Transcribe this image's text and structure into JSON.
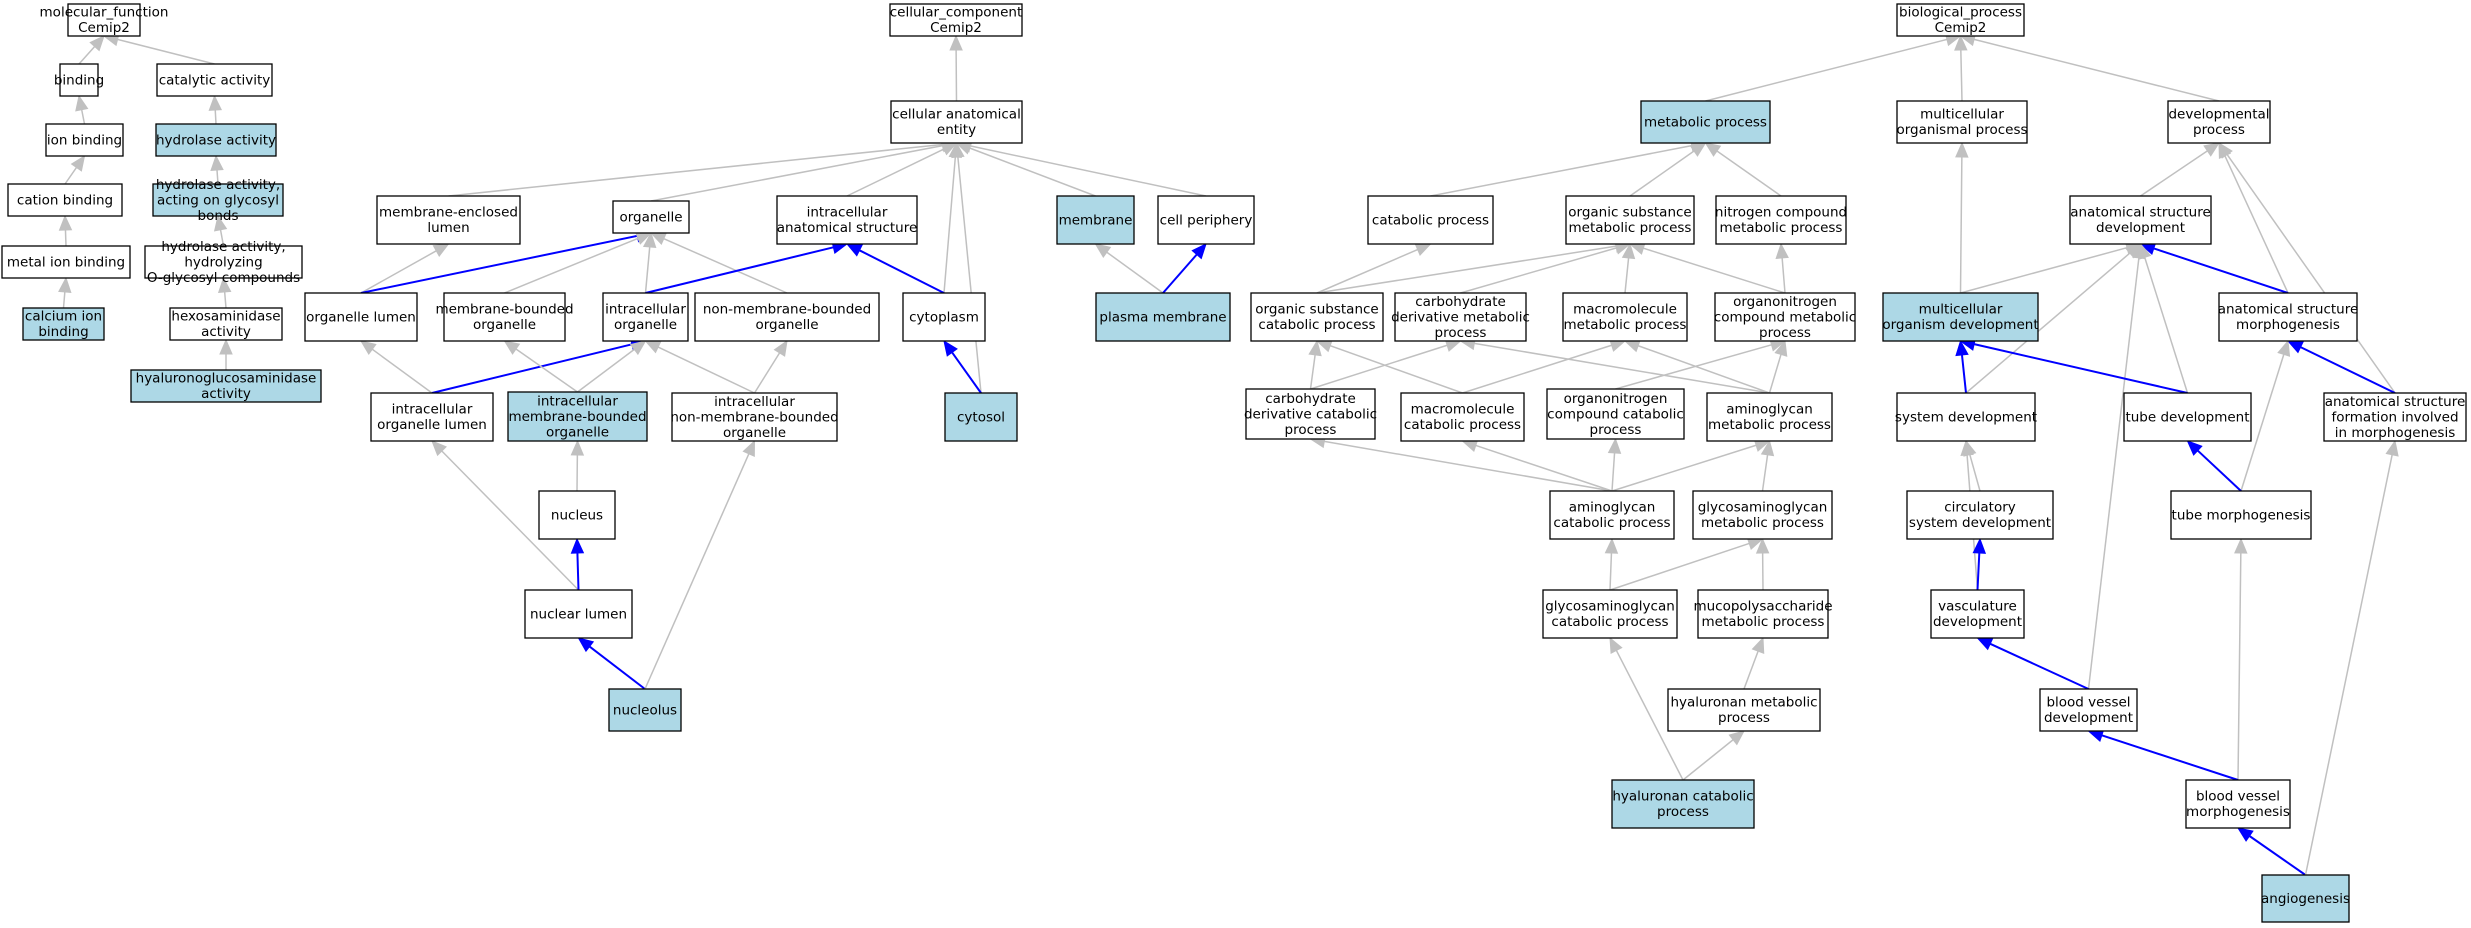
{
  "colors": {
    "highlight_fill": "#add8e6",
    "plain_fill": "#ffffff",
    "node_stroke": "#000000",
    "edge_default": "#c0c0c0",
    "edge_highlight": "#0000ff"
  },
  "nodes": {
    "mf_root": {
      "lines": [
        "molecular_function",
        "Cemip2"
      ],
      "highlight": false
    },
    "binding": {
      "lines": [
        "binding"
      ],
      "highlight": false
    },
    "catalytic": {
      "lines": [
        "catalytic activity"
      ],
      "highlight": false
    },
    "ion_binding": {
      "lines": [
        "ion binding"
      ],
      "highlight": false
    },
    "hydrolase": {
      "lines": [
        "hydrolase activity"
      ],
      "highlight": true
    },
    "cation_binding": {
      "lines": [
        "cation binding"
      ],
      "highlight": false
    },
    "hydro_glycosyl": {
      "lines": [
        "hydrolase activity,",
        "acting on glycosyl",
        "bonds"
      ],
      "highlight": true
    },
    "metal_ion": {
      "lines": [
        "metal ion binding"
      ],
      "highlight": false
    },
    "hydro_oglycosyl": {
      "lines": [
        "hydrolase activity,",
        "hydrolyzing",
        "O-glycosyl compounds"
      ],
      "highlight": false
    },
    "calcium_ion": {
      "lines": [
        "calcium ion",
        "binding"
      ],
      "highlight": true
    },
    "hexosaminidase": {
      "lines": [
        "hexosaminidase",
        "activity"
      ],
      "highlight": false
    },
    "hyaluronoglucosaminidase": {
      "lines": [
        "hyaluronoglucosaminidase",
        "activity"
      ],
      "highlight": true
    },
    "cc_root": {
      "lines": [
        "cellular_component",
        "Cemip2"
      ],
      "highlight": false
    },
    "cell_anat": {
      "lines": [
        "cellular anatomical",
        "entity"
      ],
      "highlight": false
    },
    "membrane_enclosed": {
      "lines": [
        "membrane-enclosed",
        "lumen"
      ],
      "highlight": false
    },
    "organelle": {
      "lines": [
        "organelle"
      ],
      "highlight": false
    },
    "intracellular_anat": {
      "lines": [
        "intracellular",
        "anatomical structure"
      ],
      "highlight": false
    },
    "membrane": {
      "lines": [
        "membrane"
      ],
      "highlight": true
    },
    "cell_periphery": {
      "lines": [
        "cell periphery"
      ],
      "highlight": false
    },
    "organelle_lumen": {
      "lines": [
        "organelle lumen"
      ],
      "highlight": false
    },
    "membrane_bounded": {
      "lines": [
        "membrane-bounded",
        "organelle"
      ],
      "highlight": false
    },
    "intracellular_org": {
      "lines": [
        "intracellular",
        "organelle"
      ],
      "highlight": false
    },
    "non_membrane_bounded": {
      "lines": [
        "non-membrane-bounded",
        "organelle"
      ],
      "highlight": false
    },
    "cytoplasm": {
      "lines": [
        "cytoplasm"
      ],
      "highlight": false
    },
    "plasma_membrane": {
      "lines": [
        "plasma membrane"
      ],
      "highlight": true
    },
    "intracellular_org_lumen": {
      "lines": [
        "intracellular",
        "organelle lumen"
      ],
      "highlight": false
    },
    "intracellular_mbo": {
      "lines": [
        "intracellular",
        "membrane-bounded",
        "organelle"
      ],
      "highlight": true
    },
    "intracellular_nmbo": {
      "lines": [
        "intracellular",
        "non-membrane-bounded",
        "organelle"
      ],
      "highlight": false
    },
    "cytosol": {
      "lines": [
        "cytosol"
      ],
      "highlight": true
    },
    "nucleus": {
      "lines": [
        "nucleus"
      ],
      "highlight": false
    },
    "nuclear_lumen": {
      "lines": [
        "nuclear lumen"
      ],
      "highlight": false
    },
    "nucleolus": {
      "lines": [
        "nucleolus"
      ],
      "highlight": true
    },
    "metabolic": {
      "lines": [
        "metabolic process"
      ],
      "highlight": true
    },
    "catabolic": {
      "lines": [
        "catabolic process"
      ],
      "highlight": false
    },
    "organic_sub_met": {
      "lines": [
        "organic substance",
        "metabolic process"
      ],
      "highlight": false
    },
    "nitrogen_comp": {
      "lines": [
        "nitrogen compound",
        "metabolic process"
      ],
      "highlight": false
    },
    "organic_sub_cat": {
      "lines": [
        "organic substance",
        "catabolic process"
      ],
      "highlight": false
    },
    "carb_deriv_met": {
      "lines": [
        "carbohydrate",
        "derivative metabolic",
        "process"
      ],
      "highlight": false
    },
    "macromolecule_met": {
      "lines": [
        "macromolecule",
        "metabolic process"
      ],
      "highlight": false
    },
    "organonitrogen_met": {
      "lines": [
        "organonitrogen",
        "compound metabolic",
        "process"
      ],
      "highlight": false
    },
    "carb_deriv_cat": {
      "lines": [
        "carbohydrate",
        "derivative catabolic",
        "process"
      ],
      "highlight": false
    },
    "macromolecule_cat": {
      "lines": [
        "macromolecule",
        "catabolic process"
      ],
      "highlight": false
    },
    "organonitrogen_cat": {
      "lines": [
        "organonitrogen",
        "compound catabolic",
        "process"
      ],
      "highlight": false
    },
    "aminoglycan_met": {
      "lines": [
        "aminoglycan",
        "metabolic process"
      ],
      "highlight": false
    },
    "aminoglycan_cat": {
      "lines": [
        "aminoglycan",
        "catabolic process"
      ],
      "highlight": false
    },
    "gag_met": {
      "lines": [
        "glycosaminoglycan",
        "metabolic process"
      ],
      "highlight": false
    },
    "gag_cat": {
      "lines": [
        "glycosaminoglycan",
        "catabolic process"
      ],
      "highlight": false
    },
    "mucopoly": {
      "lines": [
        "mucopolysaccharide",
        "metabolic process"
      ],
      "highlight": false
    },
    "hyaluronan_met": {
      "lines": [
        "hyaluronan metabolic",
        "process"
      ],
      "highlight": false
    },
    "hyaluronan_cat": {
      "lines": [
        "hyaluronan catabolic",
        "process"
      ],
      "highlight": true
    },
    "bp_root": {
      "lines": [
        "biological_process",
        "Cemip2"
      ],
      "highlight": false
    },
    "multicellular_org": {
      "lines": [
        "multicellular",
        "organismal process"
      ],
      "highlight": false
    },
    "developmental": {
      "lines": [
        "developmental",
        "process"
      ],
      "highlight": false
    },
    "anat_struct_dev": {
      "lines": [
        "anatomical structure",
        "development"
      ],
      "highlight": false
    },
    "multicellular_dev": {
      "lines": [
        "multicellular",
        "organism development"
      ],
      "highlight": true
    },
    "anat_struct_morph": {
      "lines": [
        "anatomical structure",
        "morphogenesis"
      ],
      "highlight": false
    },
    "system_dev": {
      "lines": [
        "system development"
      ],
      "highlight": false
    },
    "tube_dev": {
      "lines": [
        "tube development"
      ],
      "highlight": false
    },
    "anat_struct_form": {
      "lines": [
        "anatomical structure",
        "formation involved",
        "in morphogenesis"
      ],
      "highlight": false
    },
    "circulatory": {
      "lines": [
        "circulatory",
        "system development"
      ],
      "highlight": false
    },
    "tube_morph": {
      "lines": [
        "tube morphogenesis"
      ],
      "highlight": false
    },
    "vasculature": {
      "lines": [
        "vasculature",
        "development"
      ],
      "highlight": false
    },
    "blood_vessel_dev": {
      "lines": [
        "blood vessel",
        "development"
      ],
      "highlight": false
    },
    "blood_vessel_morph": {
      "lines": [
        "blood vessel",
        "morphogenesis"
      ],
      "highlight": false
    },
    "angiogenesis": {
      "lines": [
        "angiogenesis"
      ],
      "highlight": true
    }
  },
  "edges": [
    {
      "from": "binding",
      "to": "mf_root",
      "highlight": false
    },
    {
      "from": "catalytic",
      "to": "mf_root",
      "highlight": false
    },
    {
      "from": "ion_binding",
      "to": "binding",
      "highlight": false
    },
    {
      "from": "hydrolase",
      "to": "catalytic",
      "highlight": false
    },
    {
      "from": "cation_binding",
      "to": "ion_binding",
      "highlight": false
    },
    {
      "from": "hydro_glycosyl",
      "to": "hydrolase",
      "highlight": false
    },
    {
      "from": "metal_ion",
      "to": "cation_binding",
      "highlight": false
    },
    {
      "from": "hydro_oglycosyl",
      "to": "hydro_glycosyl",
      "highlight": false
    },
    {
      "from": "calcium_ion",
      "to": "metal_ion",
      "highlight": false
    },
    {
      "from": "hexosaminidase",
      "to": "hydro_oglycosyl",
      "highlight": false
    },
    {
      "from": "hyaluronoglucosaminidase",
      "to": "hexosaminidase",
      "highlight": false
    },
    {
      "from": "cell_anat",
      "to": "cc_root",
      "highlight": false
    },
    {
      "from": "membrane_enclosed",
      "to": "cell_anat",
      "highlight": false
    },
    {
      "from": "organelle",
      "to": "cell_anat",
      "highlight": false
    },
    {
      "from": "intracellular_anat",
      "to": "cell_anat",
      "highlight": false
    },
    {
      "from": "membrane",
      "to": "cell_anat",
      "highlight": false
    },
    {
      "from": "cell_periphery",
      "to": "cell_anat",
      "highlight": false
    },
    {
      "from": "cytoplasm",
      "to": "cell_anat",
      "highlight": false
    },
    {
      "from": "cytosol",
      "to": "cell_anat",
      "highlight": false
    },
    {
      "from": "organelle_lumen",
      "to": "membrane_enclosed",
      "highlight": false
    },
    {
      "from": "organelle_lumen",
      "to": "organelle",
      "highlight": true
    },
    {
      "from": "membrane_bounded",
      "to": "organelle",
      "highlight": false
    },
    {
      "from": "intracellular_org",
      "to": "organelle",
      "highlight": false
    },
    {
      "from": "non_membrane_bounded",
      "to": "organelle",
      "highlight": false
    },
    {
      "from": "intracellular_org",
      "to": "intracellular_anat",
      "highlight": true
    },
    {
      "from": "cytoplasm",
      "to": "intracellular_anat",
      "highlight": true
    },
    {
      "from": "plasma_membrane",
      "to": "membrane",
      "highlight": false
    },
    {
      "from": "plasma_membrane",
      "to": "cell_periphery",
      "highlight": true
    },
    {
      "from": "intracellular_org_lumen",
      "to": "organelle_lumen",
      "highlight": false
    },
    {
      "from": "intracellular_org_lumen",
      "to": "intracellular_org",
      "highlight": true
    },
    {
      "from": "intracellular_mbo",
      "to": "membrane_bounded",
      "highlight": false
    },
    {
      "from": "intracellular_mbo",
      "to": "intracellular_org",
      "highlight": false
    },
    {
      "from": "intracellular_nmbo",
      "to": "intracellular_org",
      "highlight": false
    },
    {
      "from": "intracellular_nmbo",
      "to": "non_membrane_bounded",
      "highlight": false
    },
    {
      "from": "cytosol",
      "to": "cytoplasm",
      "highlight": true
    },
    {
      "from": "nucleus",
      "to": "intracellular_mbo",
      "highlight": false
    },
    {
      "from": "nuclear_lumen",
      "to": "intracellular_org_lumen",
      "highlight": false
    },
    {
      "from": "nuclear_lumen",
      "to": "nucleus",
      "highlight": true
    },
    {
      "from": "nucleolus",
      "to": "nuclear_lumen",
      "highlight": true
    },
    {
      "from": "nucleolus",
      "to": "intracellular_nmbo",
      "highlight": false
    },
    {
      "from": "metabolic",
      "to": "bp_root",
      "highlight": false
    },
    {
      "from": "multicellular_org",
      "to": "bp_root",
      "highlight": false
    },
    {
      "from": "developmental",
      "to": "bp_root",
      "highlight": false
    },
    {
      "from": "catabolic",
      "to": "metabolic",
      "highlight": false
    },
    {
      "from": "organic_sub_met",
      "to": "metabolic",
      "highlight": false
    },
    {
      "from": "nitrogen_comp",
      "to": "metabolic",
      "highlight": false
    },
    {
      "from": "organic_sub_cat",
      "to": "catabolic",
      "highlight": false
    },
    {
      "from": "organic_sub_cat",
      "to": "organic_sub_met",
      "highlight": false
    },
    {
      "from": "carb_deriv_met",
      "to": "organic_sub_met",
      "highlight": false
    },
    {
      "from": "macromolecule_met",
      "to": "organic_sub_met",
      "highlight": false
    },
    {
      "from": "organonitrogen_met",
      "to": "organic_sub_met",
      "highlight": false
    },
    {
      "from": "organonitrogen_met",
      "to": "nitrogen_comp",
      "highlight": false
    },
    {
      "from": "carb_deriv_cat",
      "to": "organic_sub_cat",
      "highlight": false
    },
    {
      "from": "carb_deriv_cat",
      "to": "carb_deriv_met",
      "highlight": false
    },
    {
      "from": "macromolecule_cat",
      "to": "organic_sub_cat",
      "highlight": false
    },
    {
      "from": "macromolecule_cat",
      "to": "macromolecule_met",
      "highlight": false
    },
    {
      "from": "organonitrogen_cat",
      "to": "organonitrogen_met",
      "highlight": false
    },
    {
      "from": "aminoglycan_met",
      "to": "carb_deriv_met",
      "highlight": false
    },
    {
      "from": "aminoglycan_met",
      "to": "macromolecule_met",
      "highlight": false
    },
    {
      "from": "aminoglycan_met",
      "to": "organonitrogen_met",
      "highlight": false
    },
    {
      "from": "aminoglycan_cat",
      "to": "carb_deriv_cat",
      "highlight": false
    },
    {
      "from": "aminoglycan_cat",
      "to": "macromolecule_cat",
      "highlight": false
    },
    {
      "from": "aminoglycan_cat",
      "to": "organonitrogen_cat",
      "highlight": false
    },
    {
      "from": "aminoglycan_cat",
      "to": "aminoglycan_met",
      "highlight": false
    },
    {
      "from": "gag_met",
      "to": "aminoglycan_met",
      "highlight": false
    },
    {
      "from": "gag_cat",
      "to": "aminoglycan_cat",
      "highlight": false
    },
    {
      "from": "gag_cat",
      "to": "gag_met",
      "highlight": false
    },
    {
      "from": "mucopoly",
      "to": "gag_met",
      "highlight": false
    },
    {
      "from": "hyaluronan_met",
      "to": "mucopoly",
      "highlight": false
    },
    {
      "from": "hyaluronan_cat",
      "to": "gag_cat",
      "highlight": false
    },
    {
      "from": "hyaluronan_cat",
      "to": "hyaluronan_met",
      "highlight": false
    },
    {
      "from": "multicellular_dev",
      "to": "multicellular_org",
      "highlight": false
    },
    {
      "from": "anat_struct_dev",
      "to": "developmental",
      "highlight": false
    },
    {
      "from": "anat_struct_morph",
      "to": "developmental",
      "highlight": false
    },
    {
      "from": "anat_struct_form",
      "to": "developmental",
      "highlight": false
    },
    {
      "from": "multicellular_dev",
      "to": "anat_struct_dev",
      "highlight": false
    },
    {
      "from": "anat_struct_morph",
      "to": "anat_struct_dev",
      "highlight": true
    },
    {
      "from": "system_dev",
      "to": "anat_struct_dev",
      "highlight": false
    },
    {
      "from": "tube_dev",
      "to": "anat_struct_dev",
      "highlight": false
    },
    {
      "from": "blood_vessel_dev",
      "to": "anat_struct_dev",
      "highlight": false
    },
    {
      "from": "system_dev",
      "to": "multicellular_dev",
      "highlight": true
    },
    {
      "from": "tube_dev",
      "to": "multicellular_dev",
      "highlight": true
    },
    {
      "from": "anat_struct_form",
      "to": "anat_struct_morph",
      "highlight": true
    },
    {
      "from": "tube_morph",
      "to": "anat_struct_morph",
      "highlight": false
    },
    {
      "from": "circulatory",
      "to": "system_dev",
      "highlight": false
    },
    {
      "from": "vasculature",
      "to": "system_dev",
      "highlight": false
    },
    {
      "from": "tube_morph",
      "to": "tube_dev",
      "highlight": true
    },
    {
      "from": "vasculature",
      "to": "circulatory",
      "highlight": true
    },
    {
      "from": "blood_vessel_dev",
      "to": "vasculature",
      "highlight": true
    },
    {
      "from": "blood_vessel_morph",
      "to": "tube_morph",
      "highlight": false
    },
    {
      "from": "blood_vessel_morph",
      "to": "blood_vessel_dev",
      "highlight": true
    },
    {
      "from": "angiogenesis",
      "to": "blood_vessel_morph",
      "highlight": true
    },
    {
      "from": "angiogenesis",
      "to": "anat_struct_form",
      "highlight": false
    }
  ]
}
